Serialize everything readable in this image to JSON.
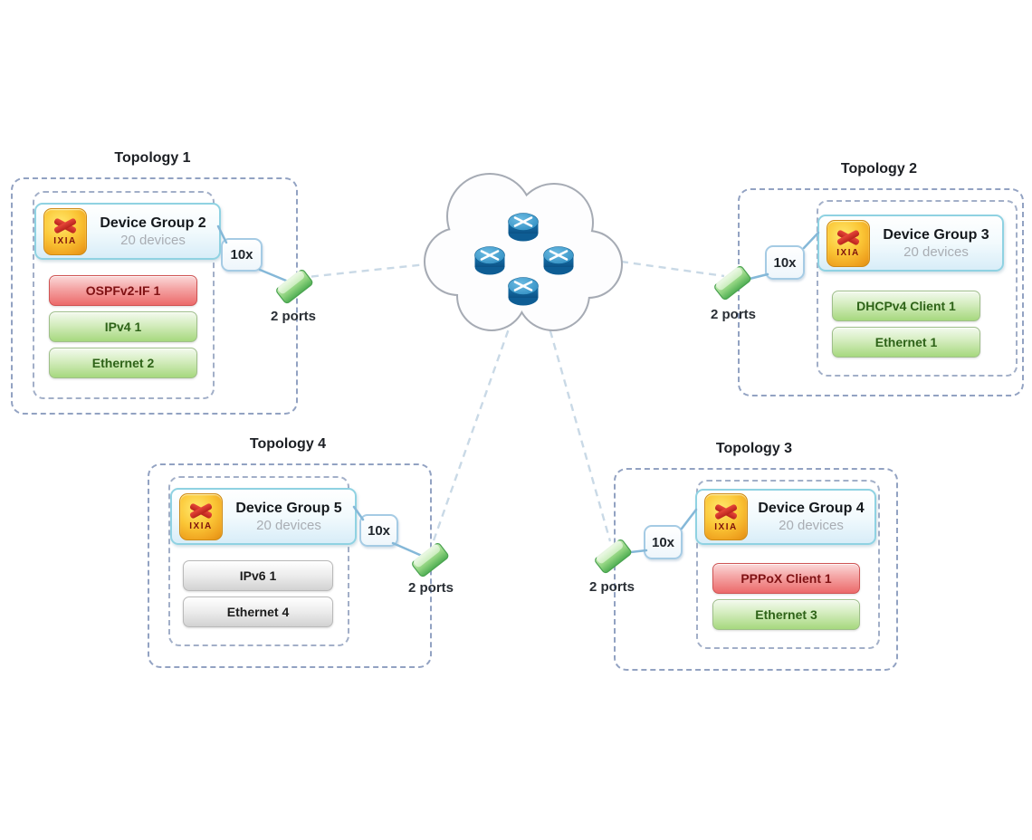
{
  "topologies": [
    {
      "title": "Topology 1",
      "device_group": {
        "name": "Device Group 2",
        "device_count": "20 devices"
      },
      "protocols": [
        {
          "label": "OSPFv2-IF 1",
          "state": "error"
        },
        {
          "label": "IPv4 1",
          "state": "ok"
        },
        {
          "label": "Ethernet 2",
          "state": "ok"
        }
      ],
      "multiplier": "10x",
      "ports_label": "2 ports"
    },
    {
      "title": "Topology 2",
      "device_group": {
        "name": "Device Group 3",
        "device_count": "20 devices"
      },
      "protocols": [
        {
          "label": "DHCPv4 Client 1",
          "state": "ok"
        },
        {
          "label": "Ethernet 1",
          "state": "ok"
        }
      ],
      "multiplier": "10x",
      "ports_label": "2 ports"
    },
    {
      "title": "Topology 3",
      "device_group": {
        "name": "Device Group 4",
        "device_count": "20 devices"
      },
      "protocols": [
        {
          "label": "PPPoX Client 1",
          "state": "error"
        },
        {
          "label": "Ethernet 3",
          "state": "ok"
        }
      ],
      "multiplier": "10x",
      "ports_label": "2 ports"
    },
    {
      "title": "Topology 4",
      "device_group": {
        "name": "Device Group 5",
        "device_count": "20 devices"
      },
      "protocols": [
        {
          "label": "IPv6 1",
          "state": "disabled"
        },
        {
          "label": "Ethernet 4",
          "state": "disabled"
        }
      ],
      "multiplier": "10x",
      "ports_label": "2 ports"
    }
  ],
  "logo_text": "IXIA",
  "cloud": {
    "router_icon_count": 4
  },
  "icons": {
    "logo": "ixia-logo-icon",
    "port": "port-icon",
    "router": "router-icon",
    "cloud": "cloud-icon"
  },
  "colors": {
    "protocol_ok": "#a6d87e",
    "protocol_error": "#ec6a6a",
    "protocol_disabled": "#d2d2d2",
    "topology_border": "#92a2c2",
    "device_group_border": "#8fd2e2",
    "connector": "#85b8d8",
    "link_dash": "#c9d9e6"
  }
}
